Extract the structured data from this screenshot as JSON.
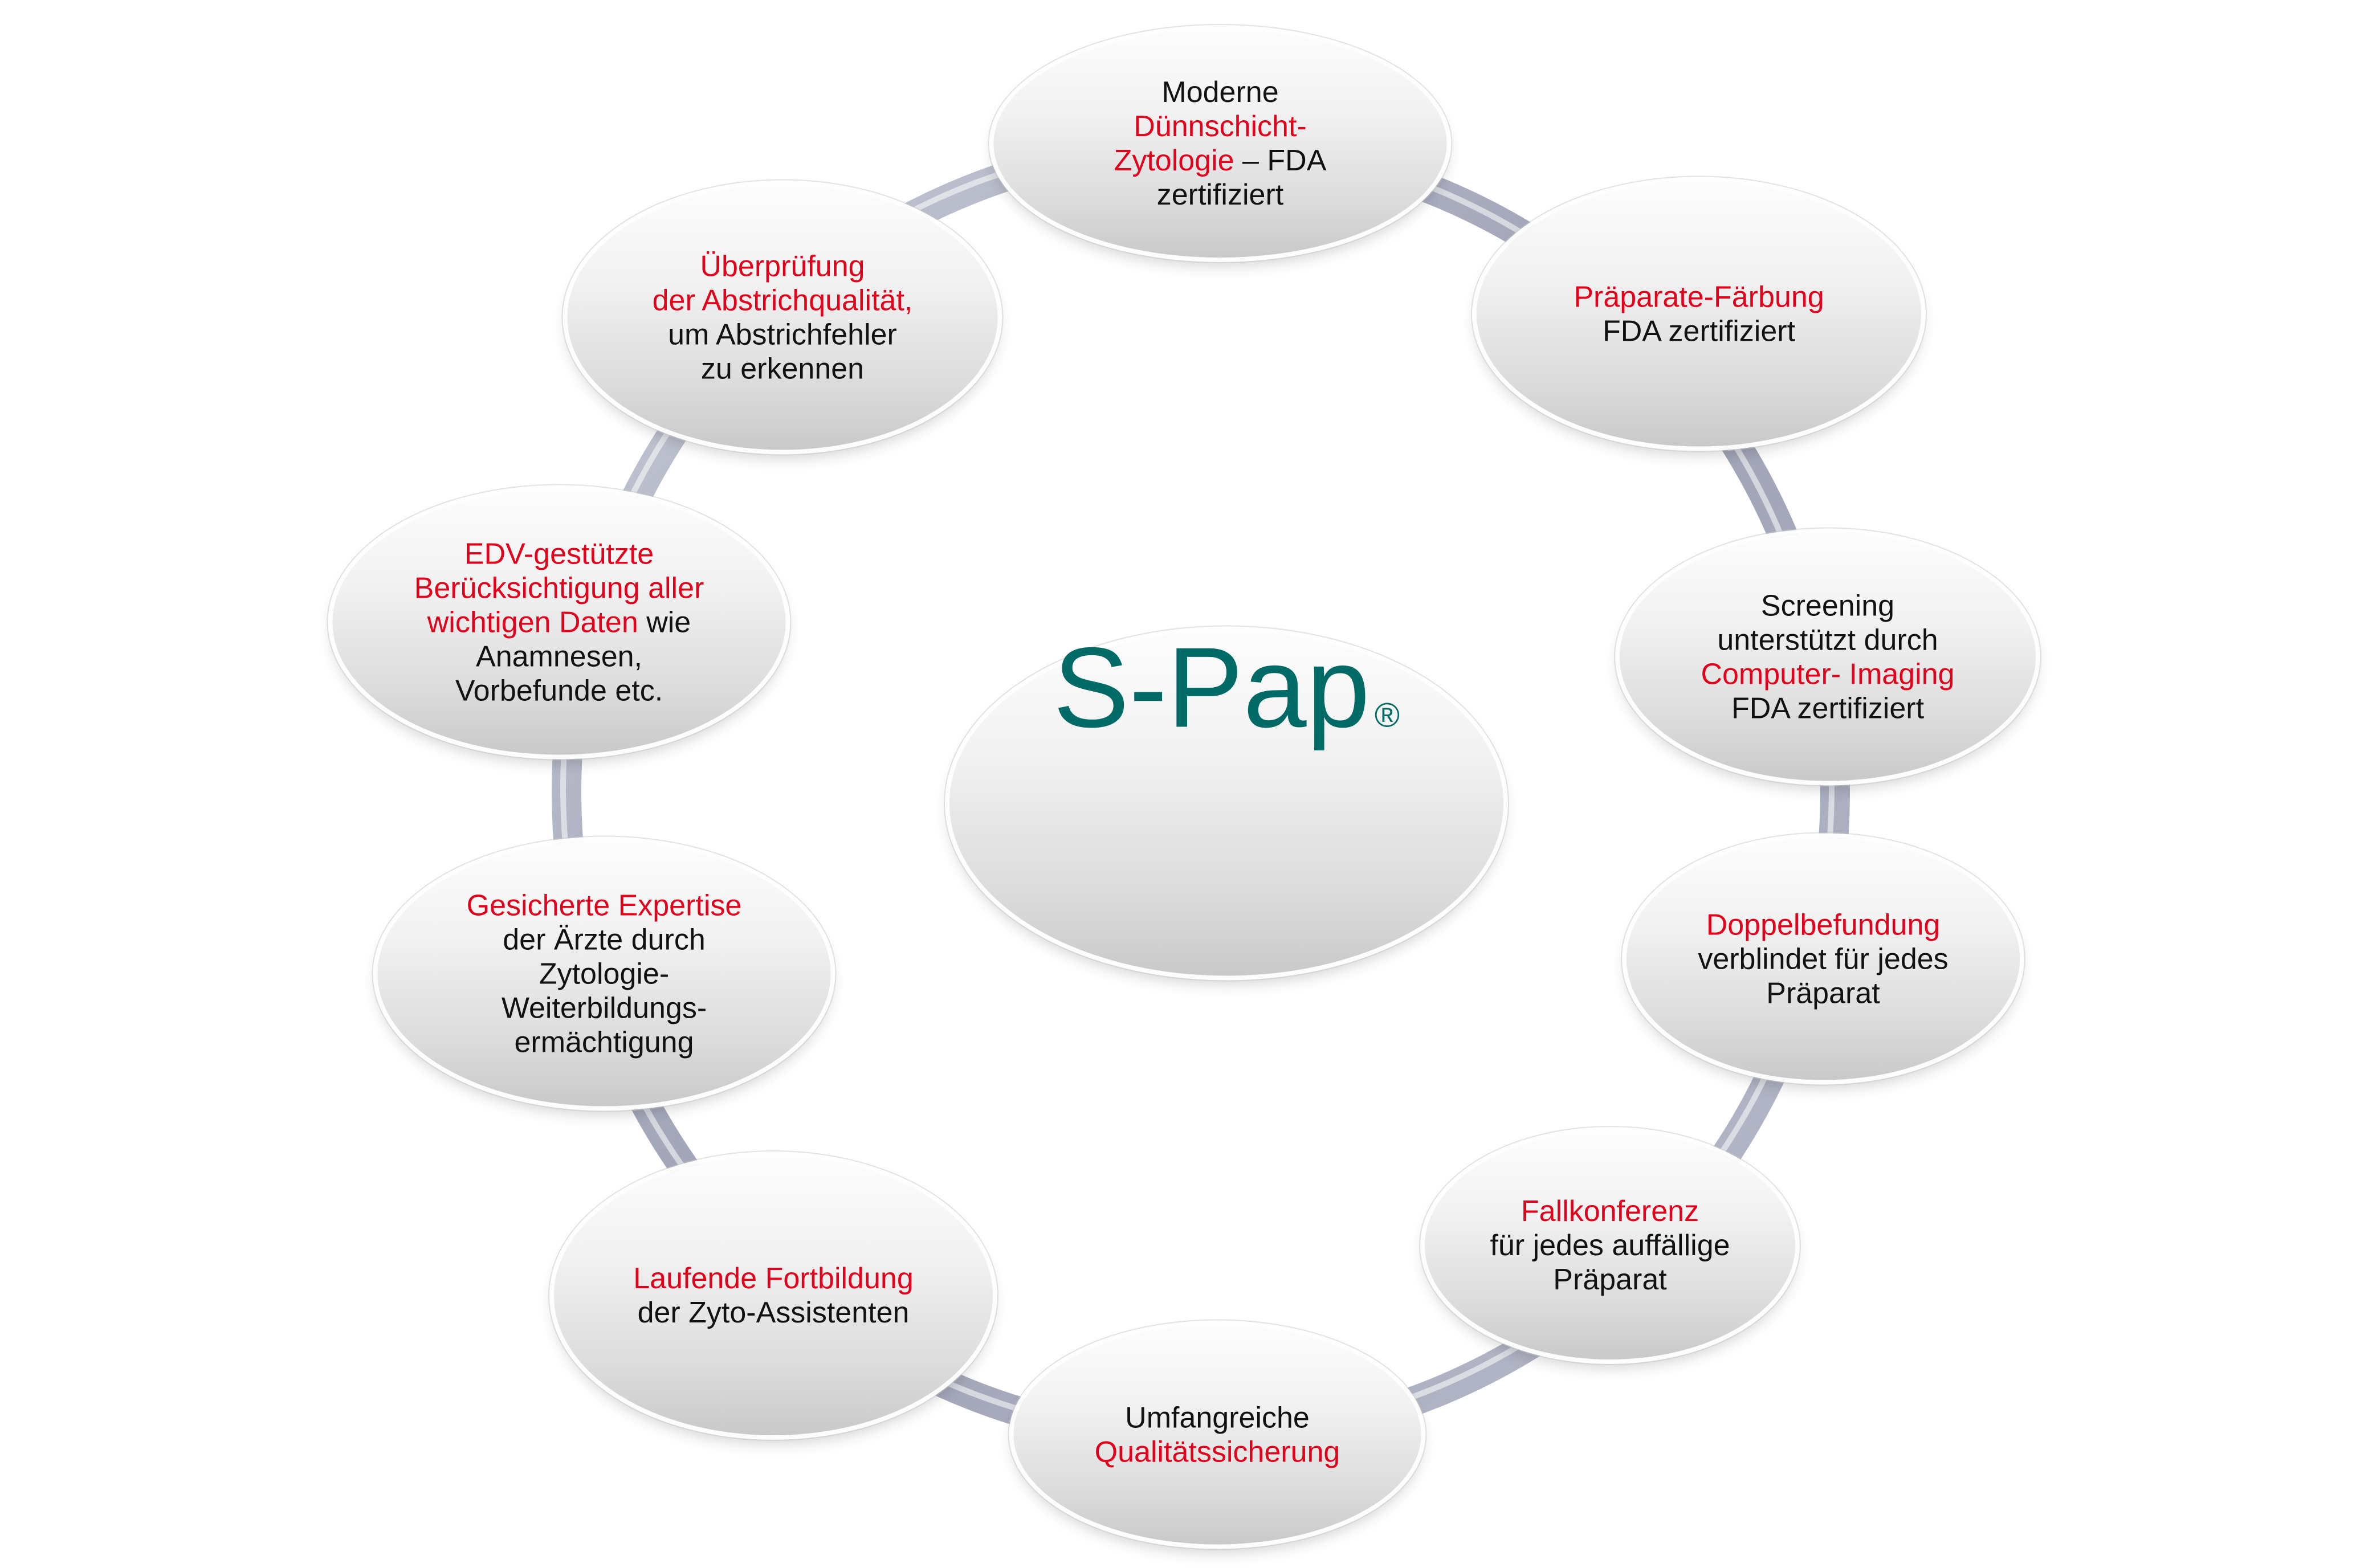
{
  "colors": {
    "accent_red": "#e2001a",
    "text": "#111111",
    "brand_teal": "#006a66",
    "ring": "#a9adbf"
  },
  "center": {
    "title": "S-Pap",
    "mark": "®"
  },
  "nodes": [
    {
      "lines": [
        [
          {
            "text": "Moderne",
            "red": false
          }
        ],
        [
          {
            "text": "Dünnschicht-",
            "red": true
          }
        ],
        [
          {
            "text": "Zytologie",
            "red": true
          },
          {
            "text": " – FDA",
            "red": false
          }
        ],
        [
          {
            "text": "zertifiziert",
            "red": false
          }
        ]
      ]
    },
    {
      "lines": [
        [
          {
            "text": "Präparate-Färbung",
            "red": true
          }
        ],
        [
          {
            "text": "FDA zertifiziert",
            "red": false
          }
        ]
      ]
    },
    {
      "lines": [
        [
          {
            "text": "Screening",
            "red": false
          }
        ],
        [
          {
            "text": "unterstützt durch",
            "red": false
          }
        ],
        [
          {
            "text": "Computer- Imaging",
            "red": true
          }
        ],
        [
          {
            "text": "FDA zertifiziert",
            "red": false
          }
        ]
      ]
    },
    {
      "lines": [
        [
          {
            "text": "Doppelbefundung",
            "red": true
          }
        ],
        [
          {
            "text": "verblindet für jedes",
            "red": false
          }
        ],
        [
          {
            "text": "Präparat",
            "red": false
          }
        ]
      ]
    },
    {
      "lines": [
        [
          {
            "text": "Fallkonferenz",
            "red": true
          }
        ],
        [
          {
            "text": "für jedes auffällige",
            "red": false
          }
        ],
        [
          {
            "text": "Präparat",
            "red": false
          }
        ]
      ]
    },
    {
      "lines": [
        [
          {
            "text": "Umfangreiche",
            "red": false
          }
        ],
        [
          {
            "text": "Qualitätssicherung",
            "red": true
          }
        ]
      ]
    },
    {
      "lines": [
        [
          {
            "text": "Laufende Fortbildung",
            "red": true
          }
        ],
        [
          {
            "text": "der Zyto-Assistenten",
            "red": false
          }
        ]
      ]
    },
    {
      "lines": [
        [
          {
            "text": "Gesicherte Expertise",
            "red": true
          }
        ],
        [
          {
            "text": "der Ärzte durch",
            "red": false
          }
        ],
        [
          {
            "text": "Zytologie-",
            "red": false
          }
        ],
        [
          {
            "text": "Weiterbildungs-",
            "red": false
          }
        ],
        [
          {
            "text": "ermächtigung",
            "red": false
          }
        ]
      ]
    },
    {
      "lines": [
        [
          {
            "text": "EDV-gestützte",
            "red": true
          }
        ],
        [
          {
            "text": "Berücksichtigung aller",
            "red": true
          }
        ],
        [
          {
            "text": "wichtigen Daten",
            "red": true
          },
          {
            "text": " wie",
            "red": false
          }
        ],
        [
          {
            "text": "Anamnesen,",
            "red": false
          }
        ],
        [
          {
            "text": "Vorbefunde etc.",
            "red": false
          }
        ]
      ]
    },
    {
      "lines": [
        [
          {
            "text": "Überprüfung",
            "red": true
          }
        ],
        [
          {
            "text": "der Abstrichqualität,",
            "red": true
          }
        ],
        [
          {
            "text": "um Abstrichfehler",
            "red": false
          }
        ],
        [
          {
            "text": "zu erkennen",
            "red": false
          }
        ]
      ]
    }
  ]
}
